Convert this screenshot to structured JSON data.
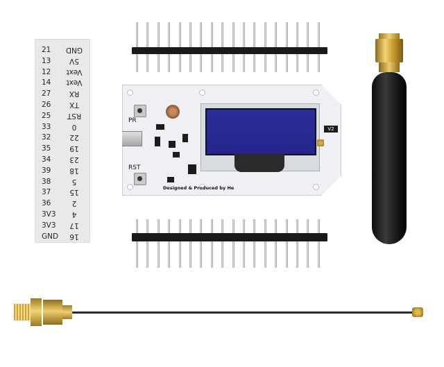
{
  "pin_card": {
    "rows": [
      {
        "left": "21",
        "right": "GND"
      },
      {
        "left": "13",
        "right": "5V"
      },
      {
        "left": "12",
        "right": "Vext"
      },
      {
        "left": "14",
        "right": "Vext"
      },
      {
        "left": "27",
        "right": "RX"
      },
      {
        "left": "26",
        "right": "TX"
      },
      {
        "left": "25",
        "right": "RST"
      },
      {
        "left": "33",
        "right": "0"
      },
      {
        "left": "32",
        "right": "22"
      },
      {
        "left": "35",
        "right": "19"
      },
      {
        "left": "34",
        "right": "23"
      },
      {
        "left": "39",
        "right": "18"
      },
      {
        "left": "38",
        "right": "5"
      },
      {
        "left": "37",
        "right": "15"
      },
      {
        "left": "36",
        "right": "2"
      },
      {
        "left": "3V3",
        "right": "4"
      },
      {
        "left": "3V3",
        "right": "17"
      },
      {
        "left": "GND",
        "right": "16"
      }
    ]
  },
  "board": {
    "prg_label": "PR",
    "rst_label": "RST",
    "version_label": "V2",
    "credit_text": "Designed & Produced by He"
  },
  "colors": {
    "board": "#eef0f4",
    "oled": "#2a2e9a",
    "header": "#1a1a1a",
    "gold": "#e6c25c",
    "antenna": "#1a1a1a"
  }
}
